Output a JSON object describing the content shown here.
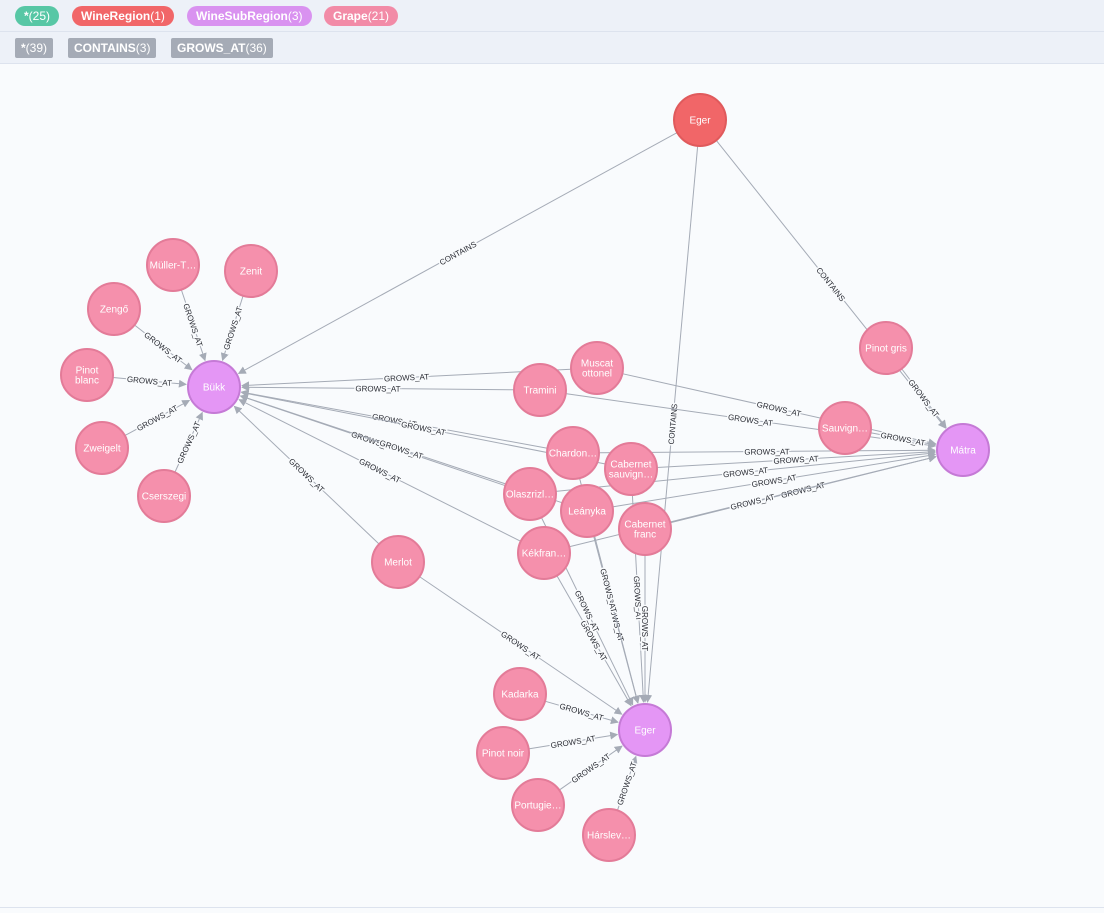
{
  "legend": {
    "labels": [
      {
        "key": "all",
        "name": "*",
        "count": "(25)",
        "color": "#57c7a5"
      },
      {
        "key": "WineRegion",
        "name": "WineRegion",
        "count": "(1)",
        "color": "#f16668"
      },
      {
        "key": "WineSubRegion",
        "name": "WineSubRegion",
        "count": "(3)",
        "color": "#d992f0"
      },
      {
        "key": "Grape",
        "name": "Grape",
        "count": "(21)",
        "color": "#f28ba7"
      }
    ],
    "relationships": [
      {
        "key": "all",
        "name": "*",
        "count": "(39)"
      },
      {
        "key": "CONTAINS",
        "name": "CONTAINS",
        "count": "(3)"
      },
      {
        "key": "GROWS_AT",
        "name": "GROWS_AT",
        "count": "(36)"
      }
    ]
  },
  "colors": {
    "WineRegion": {
      "fill": "#f16668",
      "stroke": "#e05a5c"
    },
    "WineSubRegion": {
      "fill": "#e496f5",
      "stroke": "#c57ad6"
    },
    "Grape": {
      "fill": "#f590ac",
      "stroke": "#e37b98"
    },
    "edge": "#a5abb6"
  },
  "graph": {
    "nodes": [
      {
        "id": "eger_region",
        "label": "WineRegion",
        "caption": [
          "Eger"
        ]
      },
      {
        "id": "bukk",
        "label": "WineSubRegion",
        "caption": [
          "Bükk"
        ]
      },
      {
        "id": "matra",
        "label": "WineSubRegion",
        "caption": [
          "Mátra"
        ]
      },
      {
        "id": "eger_sub",
        "label": "WineSubRegion",
        "caption": [
          "Eger"
        ]
      },
      {
        "id": "muller",
        "label": "Grape",
        "caption": [
          "Müller-T…"
        ]
      },
      {
        "id": "zenit",
        "label": "Grape",
        "caption": [
          "Zenit"
        ]
      },
      {
        "id": "zengo",
        "label": "Grape",
        "caption": [
          "Zengő"
        ]
      },
      {
        "id": "pinotblanc",
        "label": "Grape",
        "caption": [
          "Pinot",
          "blanc"
        ]
      },
      {
        "id": "zweigelt",
        "label": "Grape",
        "caption": [
          "Zweigelt"
        ]
      },
      {
        "id": "cserszegi",
        "label": "Grape",
        "caption": [
          "Cserszegi"
        ]
      },
      {
        "id": "muscat",
        "label": "Grape",
        "caption": [
          "Muscat",
          "ottonel"
        ]
      },
      {
        "id": "tramini",
        "label": "Grape",
        "caption": [
          "Tramini"
        ]
      },
      {
        "id": "pinotgris",
        "label": "Grape",
        "caption": [
          "Pinot gris"
        ]
      },
      {
        "id": "sauvignon",
        "label": "Grape",
        "caption": [
          "Sauvign…"
        ]
      },
      {
        "id": "chardonnay",
        "label": "Grape",
        "caption": [
          "Chardon…"
        ]
      },
      {
        "id": "cabsauv",
        "label": "Grape",
        "caption": [
          "Cabernet",
          "sauvign…"
        ]
      },
      {
        "id": "olasz",
        "label": "Grape",
        "caption": [
          "Olaszrizl…"
        ]
      },
      {
        "id": "leanyka",
        "label": "Grape",
        "caption": [
          "Leányka"
        ]
      },
      {
        "id": "cabfranc",
        "label": "Grape",
        "caption": [
          "Cabernet",
          "franc"
        ]
      },
      {
        "id": "kekfrank",
        "label": "Grape",
        "caption": [
          "Kékfran…"
        ]
      },
      {
        "id": "merlot",
        "label": "Grape",
        "caption": [
          "Merlot"
        ]
      },
      {
        "id": "kadarka",
        "label": "Grape",
        "caption": [
          "Kadarka"
        ]
      },
      {
        "id": "pinotnoir",
        "label": "Grape",
        "caption": [
          "Pinot noir"
        ]
      },
      {
        "id": "portugieser",
        "label": "Grape",
        "caption": [
          "Portugie…"
        ]
      },
      {
        "id": "harslevelu",
        "label": "Grape",
        "caption": [
          "Hárslev…"
        ]
      }
    ],
    "edges": [
      {
        "from": "eger_region",
        "to": "bukk",
        "type": "CONTAINS",
        "show": "CONTAINS"
      },
      {
        "from": "eger_region",
        "to": "matra",
        "type": "CONTAINS",
        "show": "CONTAINS"
      },
      {
        "from": "eger_region",
        "to": "eger_sub",
        "type": "CONTAINS",
        "show": "CONTAINS"
      },
      {
        "from": "muller",
        "to": "bukk",
        "type": "GROWS_AT",
        "show": "GROWS_AT"
      },
      {
        "from": "zenit",
        "to": "bukk",
        "type": "GROWS_AT",
        "show": "GROWS_AT"
      },
      {
        "from": "zengo",
        "to": "bukk",
        "type": "GROWS_AT",
        "show": "GROWS_AT"
      },
      {
        "from": "pinotblanc",
        "to": "bukk",
        "type": "GROWS_AT",
        "show": "GROWS_AT"
      },
      {
        "from": "zweigelt",
        "to": "bukk",
        "type": "GROWS_AT",
        "show": "GROWS_AT"
      },
      {
        "from": "cserszegi",
        "to": "bukk",
        "type": "GROWS_AT",
        "show": "GROWS_AT"
      },
      {
        "from": "muscat",
        "to": "bukk",
        "type": "GROWS_AT",
        "show": "GROWS_AT"
      },
      {
        "from": "tramini",
        "to": "bukk",
        "type": "GROWS_AT",
        "show": "GROWS_AT"
      },
      {
        "from": "chardonnay",
        "to": "bukk",
        "type": "GROWS_AT",
        "show": "GROWS_AT"
      },
      {
        "from": "cabsauv",
        "to": "bukk",
        "type": "GROWS_AT",
        "show": "GROWS_AT"
      },
      {
        "from": "olasz",
        "to": "bukk",
        "type": "GROWS_AT",
        "show": "GROWS_AT"
      },
      {
        "from": "leanyka",
        "to": "bukk",
        "type": "GROWS_AT",
        "show": "GROWS_AT"
      },
      {
        "from": "kekfrank",
        "to": "bukk",
        "type": "GROWS_AT",
        "show": "GROWS_AT"
      },
      {
        "from": "merlot",
        "to": "bukk",
        "type": "GROWS_AT",
        "show": "GROWS_AT"
      },
      {
        "from": "muscat",
        "to": "matra",
        "type": "GROWS_AT",
        "show": "GROWS_AT"
      },
      {
        "from": "tramini",
        "to": "matra",
        "type": "GROWS_AT",
        "show": "GROWS_AT"
      },
      {
        "from": "pinotgris",
        "to": "matra",
        "type": "GROWS_AT",
        "show": "GROWS_AT"
      },
      {
        "from": "sauvignon",
        "to": "matra",
        "type": "GROWS_AT",
        "show": "GROWS_AT"
      },
      {
        "from": "chardonnay",
        "to": "matra",
        "type": "GROWS_AT",
        "show": "GROWS_AT"
      },
      {
        "from": "cabsauv",
        "to": "matra",
        "type": "GROWS_AT",
        "show": "GROWS_AT"
      },
      {
        "from": "olasz",
        "to": "matra",
        "type": "GROWS_AT",
        "show": "GROWS_AT"
      },
      {
        "from": "leanyka",
        "to": "matra",
        "type": "GROWS_AT",
        "show": "GROWS_AT"
      },
      {
        "from": "cabfranc",
        "to": "matra",
        "type": "GROWS_AT",
        "show": "GROWS_AT"
      },
      {
        "from": "kekfrank",
        "to": "matra",
        "type": "GROWS_AT",
        "show": "GROWS_AT"
      },
      {
        "from": "kadarka",
        "to": "eger_sub",
        "type": "GROWS_AT",
        "show": "GROWS_AT"
      },
      {
        "from": "pinotnoir",
        "to": "eger_sub",
        "type": "GROWS_AT",
        "show": "GROWS_AT"
      },
      {
        "from": "portugieser",
        "to": "eger_sub",
        "type": "GROWS_AT",
        "show": "GROWS_AT"
      },
      {
        "from": "harslevelu",
        "to": "eger_sub",
        "type": "GROWS_AT",
        "show": "GROWS_AT"
      },
      {
        "from": "merlot",
        "to": "eger_sub",
        "type": "GROWS_AT",
        "show": "GROWS_AT"
      },
      {
        "from": "kekfrank",
        "to": "eger_sub",
        "type": "GROWS_AT",
        "show": "GROWS_AT"
      },
      {
        "from": "olasz",
        "to": "eger_sub",
        "type": "GROWS_AT",
        "show": "GROWS_AT"
      },
      {
        "from": "leanyka",
        "to": "eger_sub",
        "type": "GROWS_AT",
        "show": "GROWS_AT"
      },
      {
        "from": "chardonnay",
        "to": "eger_sub",
        "type": "GROWS_AT",
        "show": "GROWS_AT"
      },
      {
        "from": "cabsauv",
        "to": "eger_sub",
        "type": "GROWS_AT",
        "show": "GROWS_AT"
      },
      {
        "from": "cabfranc",
        "to": "eger_sub",
        "type": "GROWS_AT",
        "show": "GROWS_AT"
      }
    ]
  }
}
